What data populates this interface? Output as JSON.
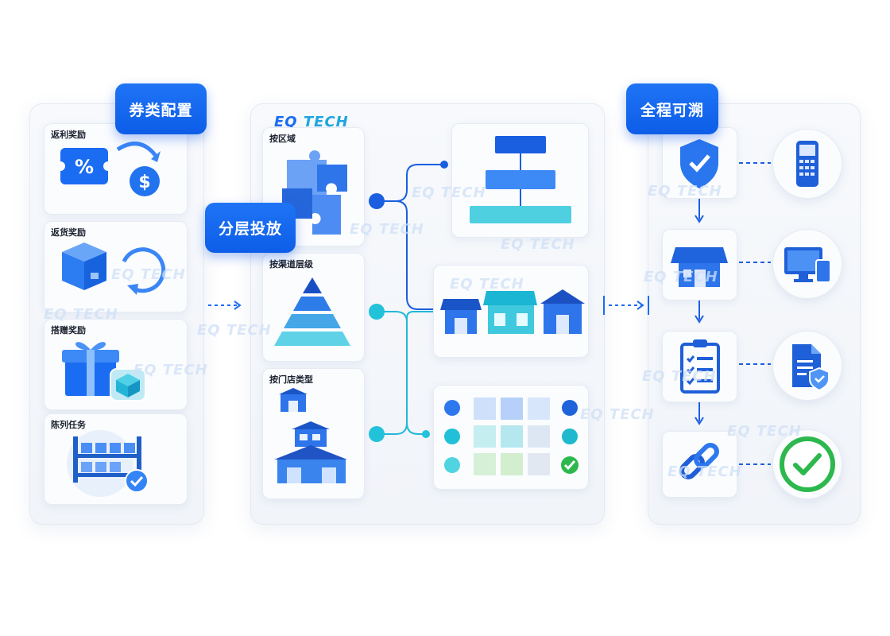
{
  "sections": {
    "coupon_config": "券类配置",
    "tiered_delivery": "分层投放",
    "full_traceability": "全程可溯"
  },
  "coupon_types": [
    {
      "label": "返利奖励",
      "icon": "percent-coupon-icon"
    },
    {
      "label": "返货奖励",
      "icon": "return-box-icon"
    },
    {
      "label": "搭赠奖励",
      "icon": "gift-icon"
    },
    {
      "label": "陈列任务",
      "icon": "shelf-display-icon"
    }
  ],
  "delivery_dimensions": [
    {
      "label": "按区域",
      "icon": "puzzle-region-icon"
    },
    {
      "label": "按渠道层级",
      "icon": "pyramid-icon"
    },
    {
      "label": "按门店类型",
      "icon": "store-buildings-icon"
    }
  ],
  "logo": {
    "part1": "EQ",
    "part2": "TECH"
  },
  "colors": {
    "primary": "#1a6cf2",
    "accent_cyan": "#1fc7d8",
    "success": "#2db84d",
    "panel_bg": "#f4f7fb"
  }
}
